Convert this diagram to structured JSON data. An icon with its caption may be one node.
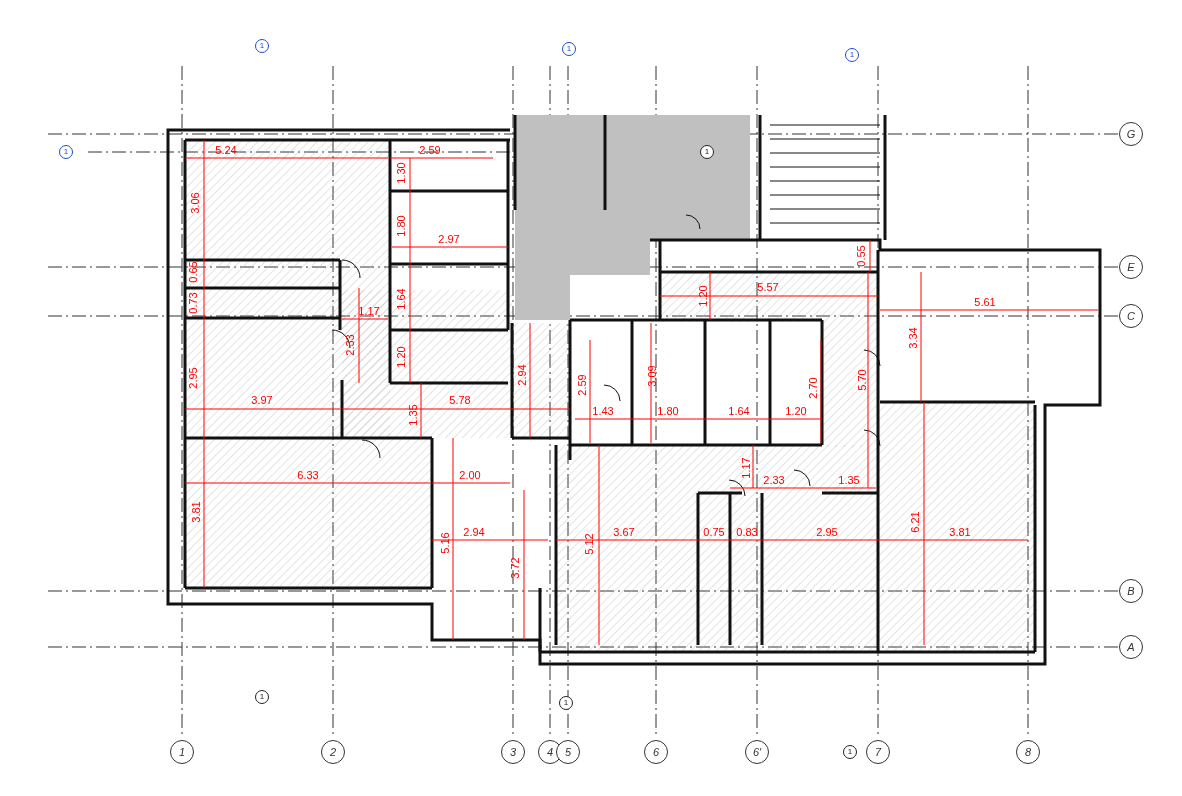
{
  "diagram": {
    "nodes": [
      {
        "text": [
          "1"
        ]
      },
      {
        "text": [
          "1"
        ]
      },
      {
        "text": [
          "1"
        ]
      },
      {
        "text": [
          "1"
        ]
      },
      {
        "text": [
          "1"
        ]
      },
      {
        "text": [
          "G"
        ]
      },
      {
        "text": [
          "E"
        ]
      },
      {
        "text": [
          "C"
        ]
      },
      {
        "text": [
          "B"
        ]
      },
      {
        "text": [
          "A"
        ]
      },
      {
        "text": [
          "1"
        ]
      },
      {
        "text": [
          "1"
        ]
      },
      {
        "text": [
          "1"
        ]
      },
      {
        "text": [
          "2"
        ]
      },
      {
        "text": [
          "3"
        ]
      },
      {
        "text": [
          "4"
        ]
      },
      {
        "text": [
          "5"
        ]
      },
      {
        "text": [
          "6"
        ]
      },
      {
        "text": [
          "6'"
        ]
      },
      {
        "text": [
          "1"
        ]
      },
      {
        "text": [
          "7"
        ]
      },
      {
        "text": [
          "8"
        ]
      }
    ],
    "labels": [
      "5.24",
      "2.59",
      "1.30",
      "3.06",
      "1.80",
      "2.97",
      "0.65",
      "0.55",
      "0.73",
      "1.64",
      "1.17",
      "5.57",
      "1.20",
      "5.61",
      "2.33",
      "1.20",
      "3.34",
      "2.95",
      "3.09",
      "2.59",
      "2.94",
      "2.70",
      "5.70",
      "3.97",
      "5.78",
      "1.35",
      "1.43",
      "1.80",
      "1.64",
      "1.20",
      "6.33",
      "2.00",
      "1.17",
      "2.33",
      "1.35",
      "3.81",
      "6.21",
      "2.94",
      "5.16",
      "5.12",
      "3.67",
      "0.75",
      "0.83",
      "2.95",
      "3.81",
      "3.72"
    ]
  }
}
